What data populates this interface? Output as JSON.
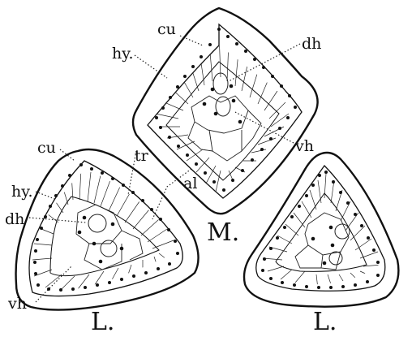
{
  "figure": {
    "middle_section_letter": "M.",
    "left_section_letter": "L.",
    "right_section_letter": "L.",
    "labels": {
      "cu_middle": "cu",
      "hy_middle": "hy.",
      "dh_middle": "dh",
      "vh_middle": "vh",
      "tr": "tr",
      "al": "al",
      "cu_left": "cu",
      "hy_left": "hy.",
      "dh_left": "dh",
      "vh_left": "vh"
    }
  }
}
